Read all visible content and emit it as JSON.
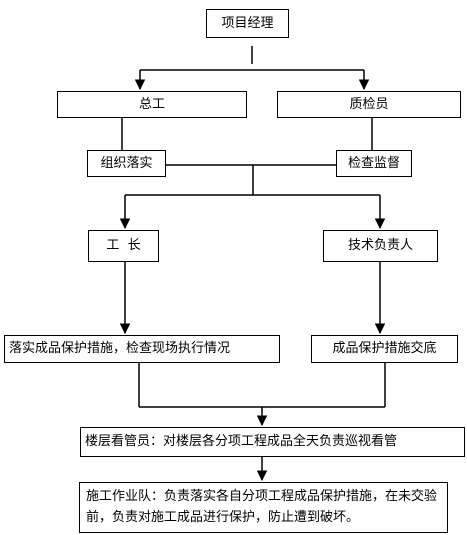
{
  "diagram": {
    "nodes": {
      "pm": "项目经理",
      "chief_engineer": "总工",
      "qc": "质检员",
      "organize": "组织落实",
      "inspect": "检查监督",
      "foreman": "工  长",
      "tech_lead": "技术负责人",
      "foreman_task": "落实成品保护措施，检查现场执行情况",
      "tech_task": "成品保护措施交底",
      "floor_keeper": "楼层看管员：对楼层各分项工程成品全天负责巡视看管",
      "work_team": "施工作业队：负责落实各自分项工程成品保护措施，在未交验前，负责对施工成品进行保护，防止遭到破坏。"
    },
    "colors": {
      "line": "#000000",
      "box_border": "#000000",
      "background": "#ffffff"
    }
  }
}
